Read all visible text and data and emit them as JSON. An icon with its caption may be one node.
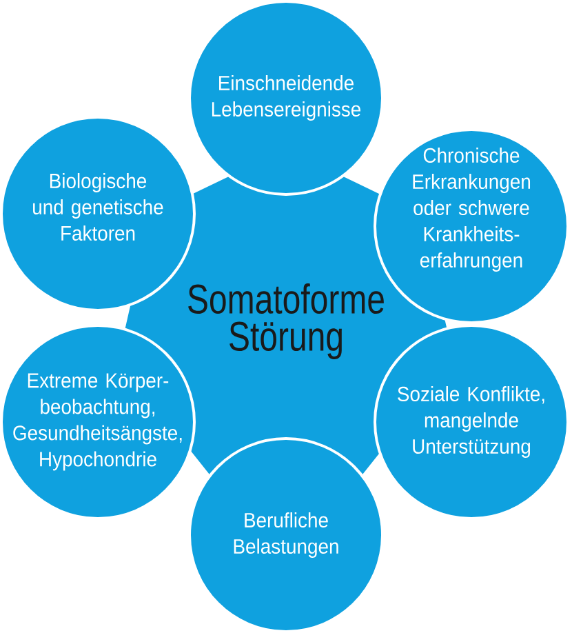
{
  "diagram": {
    "nodes": [
      {
        "text": [
          "Somatoforme Störung"
        ]
      },
      {
        "text": [
          "Einschneidende Lebensereignisse"
        ]
      },
      {
        "text": [
          "Biologische und genetische Faktoren"
        ]
      },
      {
        "text": [
          "Chronische Erkrankungen oder schwere Krankheits-erfahrungen"
        ]
      },
      {
        "text": [
          "Extreme Körper-beobachtung, Gesundheitsängste, Hypochondrie"
        ]
      },
      {
        "text": [
          "Soziale Konflikte, mangelnde Unterstützung"
        ]
      },
      {
        "text": [
          "Berufliche Belastungen"
        ]
      }
    ]
  }
}
